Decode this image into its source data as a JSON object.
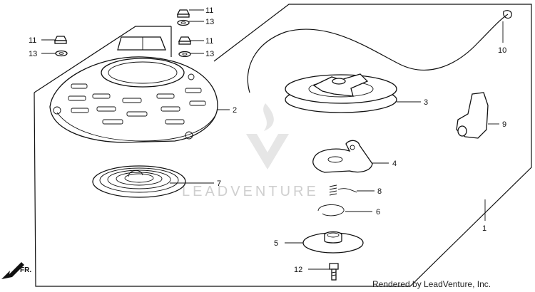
{
  "callouts": [
    {
      "id": "c11a",
      "label": "11"
    },
    {
      "id": "c13a",
      "label": "13"
    },
    {
      "id": "c11b",
      "label": "11"
    },
    {
      "id": "c13b",
      "label": "13"
    },
    {
      "id": "c11c",
      "label": "11"
    },
    {
      "id": "c13c",
      "label": "13"
    },
    {
      "id": "c10",
      "label": "10"
    },
    {
      "id": "c2",
      "label": "2"
    },
    {
      "id": "c3",
      "label": "3"
    },
    {
      "id": "c9",
      "label": "9"
    },
    {
      "id": "c4",
      "label": "4"
    },
    {
      "id": "c7",
      "label": "7"
    },
    {
      "id": "c8",
      "label": "8"
    },
    {
      "id": "c6",
      "label": "6"
    },
    {
      "id": "c1",
      "label": "1"
    },
    {
      "id": "c5",
      "label": "5"
    },
    {
      "id": "c12",
      "label": "12"
    }
  ],
  "direction_label": "FR.",
  "watermark": "LEADVENTURE",
  "footer": "Rendered by LeadVenture, Inc."
}
